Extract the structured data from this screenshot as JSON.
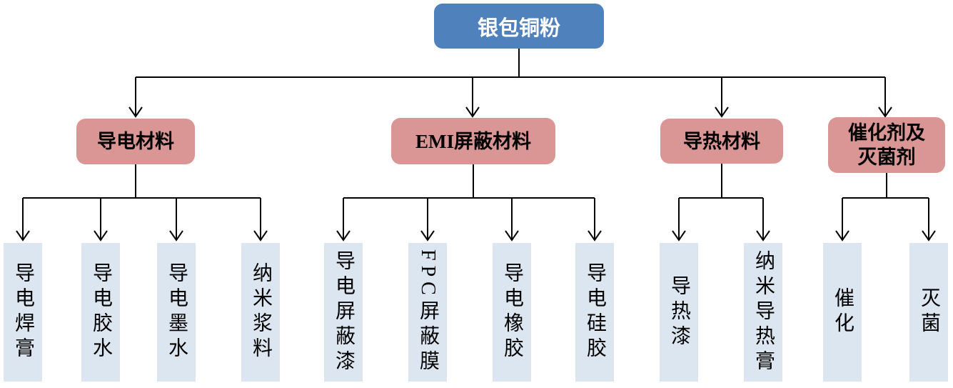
{
  "colors": {
    "root_bg": "#4F81BD",
    "root_text": "#FFFFFF",
    "category_bg": "#D99694",
    "leaf_bg": "#DCE6F1",
    "node_text": "#000000",
    "line": "#000000"
  },
  "root": {
    "label": "银包铜粉"
  },
  "categories": [
    {
      "label": "导电材料",
      "children": [
        "导电焊膏",
        "导电胶水",
        "导电墨水",
        "纳米浆料"
      ]
    },
    {
      "label": "EMI屏蔽材料",
      "children": [
        "导电屏蔽漆",
        "FPC屏蔽膜",
        "导电橡胶",
        "导电硅胶"
      ]
    },
    {
      "label": "导热材料",
      "children": [
        "导热漆",
        "纳米导热膏"
      ]
    },
    {
      "label": "催化剂及\n灭菌剂",
      "children": [
        "催化",
        "灭菌"
      ]
    }
  ]
}
